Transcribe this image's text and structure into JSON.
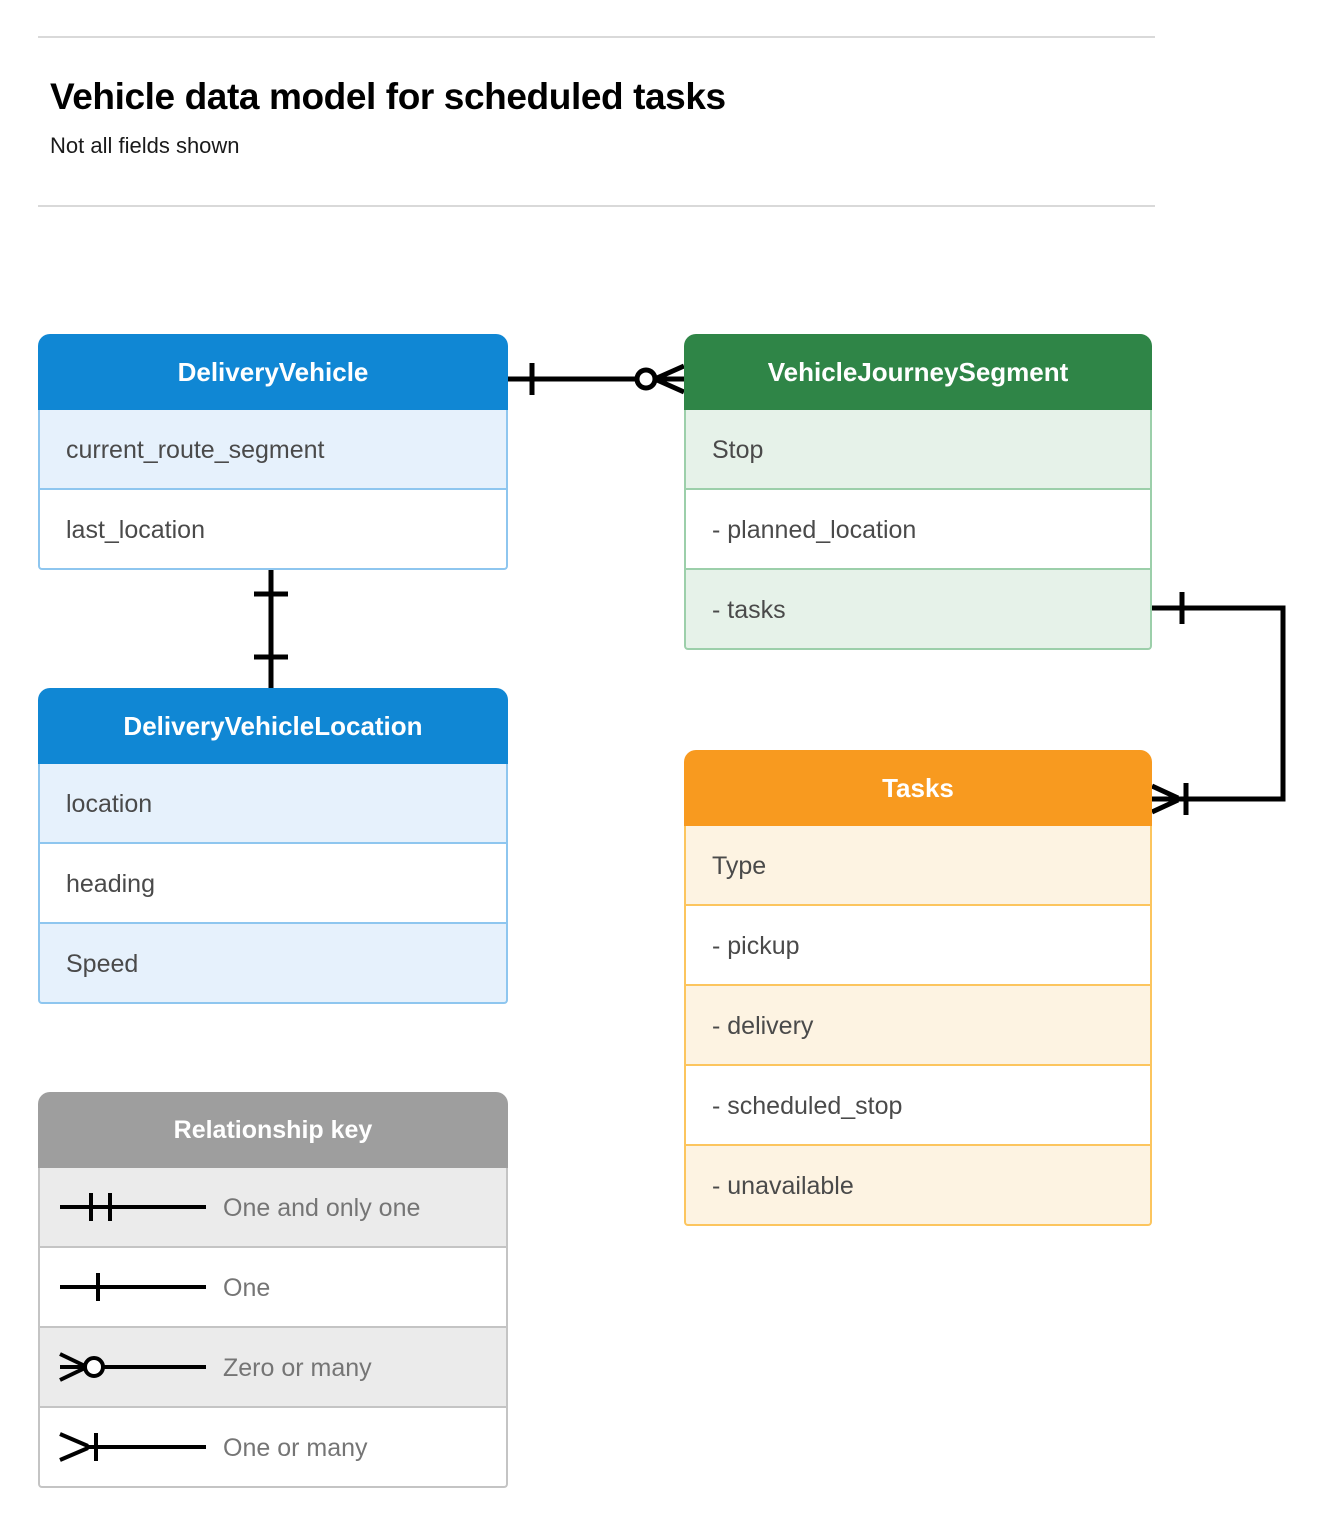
{
  "header": {
    "title": "Vehicle data model for scheduled tasks",
    "subtitle": "Not all fields shown"
  },
  "colors": {
    "blue_header": "#1087d4",
    "blue_row_alt": "#e6f1fc",
    "blue_border": "#8ec6ef",
    "green_header": "#2f8547",
    "green_row_alt": "#e6f2e9",
    "green_border": "#9ccfaa",
    "orange_header": "#f89a1f",
    "orange_row_alt": "#fdf3e2",
    "orange_border": "#fcc55e",
    "gray_header": "#9e9e9e",
    "gray_row_alt": "#ebebeb",
    "gray_border": "#c4c4c4",
    "connector_line": "#000000",
    "rule": "#d9d9d9",
    "field_text": "#4a4a4a",
    "legend_text": "#757575"
  },
  "entities": {
    "delivery_vehicle": {
      "name": "DeliveryVehicle",
      "fields": [
        "current_route_segment",
        "last_location"
      ]
    },
    "delivery_vehicle_location": {
      "name": "DeliveryVehicleLocation",
      "fields": [
        "location",
        "heading",
        "Speed"
      ]
    },
    "vehicle_journey_segment": {
      "name": "VehicleJourneySegment",
      "fields": [
        "Stop",
        "-  planned_location",
        "- tasks"
      ]
    },
    "tasks": {
      "name": "Tasks",
      "fields": [
        "Type",
        "-  pickup",
        "-  delivery",
        "-  scheduled_stop",
        "-  unavailable"
      ]
    }
  },
  "legend": {
    "title": "Relationship key",
    "items": [
      {
        "label": "One and only one",
        "symbol": "one-and-only-one-symbol"
      },
      {
        "label": "One",
        "symbol": "one-symbol"
      },
      {
        "label": "Zero or many",
        "symbol": "zero-or-many-symbol"
      },
      {
        "label": "One or many",
        "symbol": "one-or-many-symbol"
      }
    ]
  },
  "relationships": [
    {
      "from": "DeliveryVehicle",
      "to": "VehicleJourneySegment",
      "from_cardinality": "One",
      "to_cardinality": "Zero or many"
    },
    {
      "from": "DeliveryVehicle",
      "to": "DeliveryVehicleLocation",
      "from_cardinality": "One",
      "to_cardinality": "One"
    },
    {
      "from": "VehicleJourneySegment",
      "to": "Tasks",
      "from_cardinality": "One",
      "to_cardinality": "One or many"
    }
  ]
}
